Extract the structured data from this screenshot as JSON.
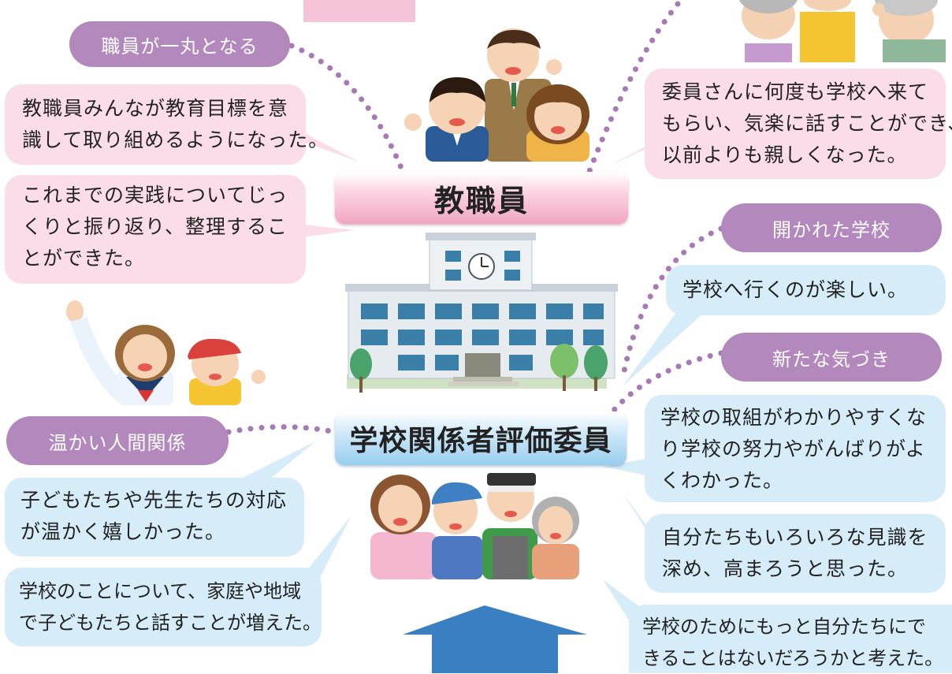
{
  "colors": {
    "pink_bubble": "#fadde8",
    "blue_bubble": "#d6ecf8",
    "purple_pill": "#b388bd",
    "dotted_line": "#a87ab5",
    "arrow_blue": "#3a7fc1"
  },
  "titles": {
    "staff": "教職員",
    "committee": "学校関係者評価委員"
  },
  "pills": {
    "staff_unite": "職員が一丸となる",
    "open_school": "開かれた学校",
    "new_awareness": "新たな気づき",
    "warm_relations": "温かい人間関係"
  },
  "staff_comments": [
    "教職員みんなが教育目標を意\n識して取り組めるようになった。",
    "これまでの実践についてじっ\nくりと振り返り、整理するこ\nとができた。"
  ],
  "staff_right_comment": "委員さんに何度も学校へ来て\nもらい、気楽に話すことができ、\n以前よりも親しくなった。",
  "right_comments": [
    "学校へ行くのが楽しい。",
    "学校の取組がわかりやすくな\nり学校の努力やがんばりがよ\nくわかった。",
    "自分たちもいろいろな見識を\n深め、高まろうと思った。",
    "学校のためにもっと自分たちにで\nきることはないだろうかと考えた。"
  ],
  "left_comments": [
    "子どもたちや先生たちの対応\nが温かく嬉しかった。",
    "学校のことについて、家庭や地域\nで子どもたちと話すことが増えた。"
  ],
  "icons": [
    "school-building-icon",
    "teachers-illustration",
    "students-illustration",
    "community-members-illustration",
    "elderly-people-illustration",
    "up-arrow-icon"
  ]
}
